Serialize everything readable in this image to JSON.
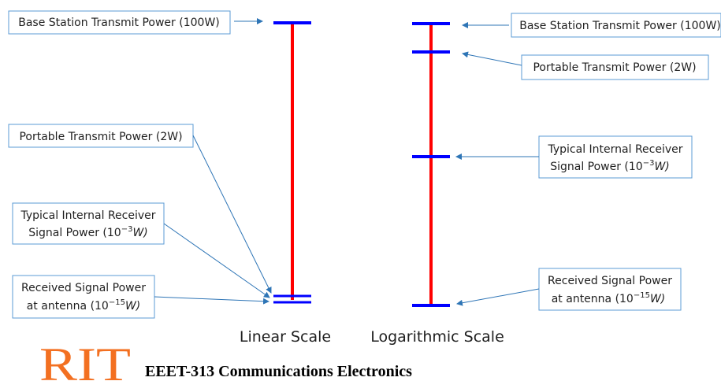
{
  "colors": {
    "box_border": "#5b9bd5",
    "arrow": "#2e75b6",
    "level_line": "#ff0000",
    "tick": "#0000ff",
    "logo": "#f37021"
  },
  "linear": {
    "labels": {
      "base_station": "Base Station Transmit Power (100W)",
      "portable": "Portable Transmit Power (2W)",
      "internal_line1": "Typical Internal Receiver",
      "internal_line2": "Signal Power (10",
      "internal_exp": "−3",
      "internal_unit": "W)",
      "received_line1": "Received Signal Power",
      "received_line2": "at antenna (10",
      "received_exp": "−15",
      "received_unit": "W)"
    },
    "scale_label": "Linear Scale"
  },
  "logarithmic": {
    "labels": {
      "base_station": "Base Station Transmit Power (100W)",
      "portable": "Portable Transmit Power (2W)",
      "internal_line1": "Typical Internal Receiver",
      "internal_line2": "Signal Power (10",
      "internal_exp": "−3",
      "internal_unit": "W)",
      "received_line1": "Received Signal Power",
      "received_line2": "at antenna (10",
      "received_exp": "−15",
      "received_unit": "W)"
    },
    "scale_label": "Logarithmic Scale"
  },
  "footer": {
    "logo": "RIT",
    "course": "EEET-313 Communications Electronics"
  }
}
